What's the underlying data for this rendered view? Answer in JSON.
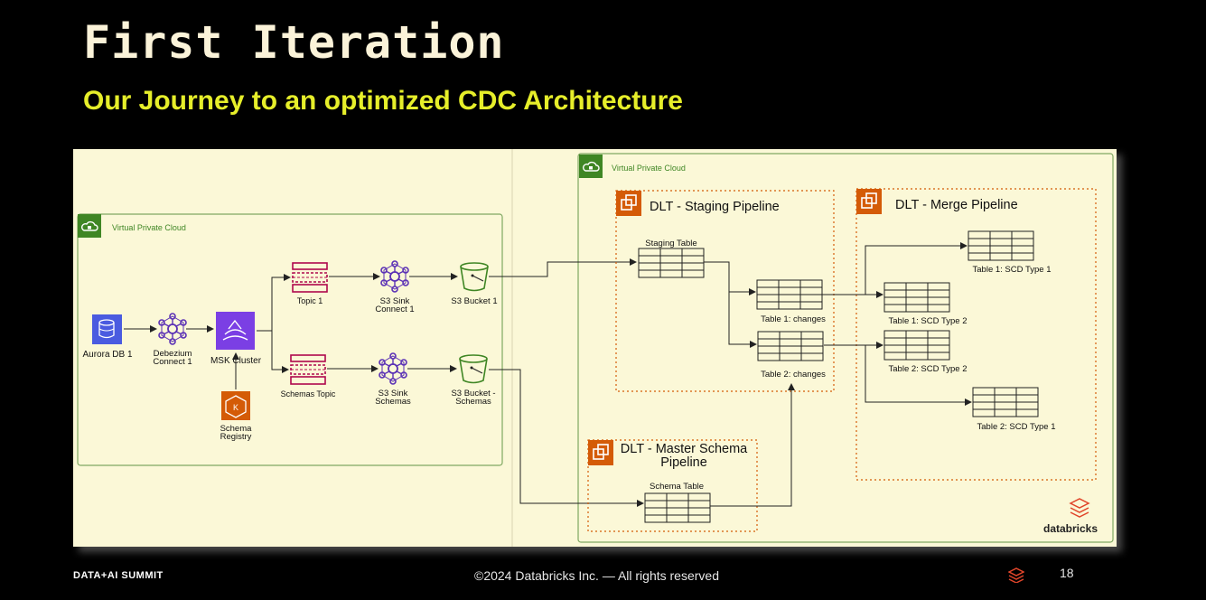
{
  "slide": {
    "title": "First Iteration",
    "subtitle": "Our Journey to an optimized CDC Architecture",
    "page_number": "18"
  },
  "footer": {
    "event": "DATA+AI SUMMIT",
    "copyright": "©2024 Databricks Inc. — All rights reserved"
  },
  "diagram": {
    "vpc_left": "Virtual Private Cloud",
    "vpc_right": "Virtual Private Cloud",
    "aurora": "Aurora DB 1",
    "debezium_1": "Debezium",
    "debezium_2": "Connect 1",
    "msk": "MSK Cluster",
    "schema_registry_1": "Schema",
    "schema_registry_2": "Registry",
    "topic1": "Topic 1",
    "schemas_topic": "Schemas Topic",
    "s3_sink_1a": "S3 Sink",
    "s3_sink_1b": "Connect 1",
    "s3_sink_2a": "S3 Sink",
    "s3_sink_2b": "Schemas",
    "bucket1": "S3 Bucket 1",
    "bucket2a": "S3 Bucket -",
    "bucket2b": "Schemas",
    "staging_pipeline": "DLT - Staging Pipeline",
    "merge_pipeline": "DLT - Merge Pipeline",
    "master_pipeline_1": "DLT - Master Schema",
    "master_pipeline_2": "Pipeline",
    "staging_table": "Staging Table",
    "t1_changes": "Table 1: changes",
    "t2_changes": "Table 2: changes",
    "schema_table": "Schema Table",
    "t1_scd1": "Table 1: SCD Type 1",
    "t1_scd2": "Table 1: SCD Type 2",
    "t2_scd2": "Table 2: SCD Type 2",
    "t2_scd1": "Table 2: SCD Type 1",
    "brand": "databricks"
  },
  "colors": {
    "background": "#000000",
    "title": "#fbf3d9",
    "subtitle": "#e6ee2a",
    "diagram_bg": "#fbf8d7",
    "vpc_green": "#3f8624",
    "dlt_orange": "#d45b07",
    "aws_purple": "#7b3fe4",
    "kafka_red": "#b0084d",
    "s3_green": "#3f8624"
  }
}
